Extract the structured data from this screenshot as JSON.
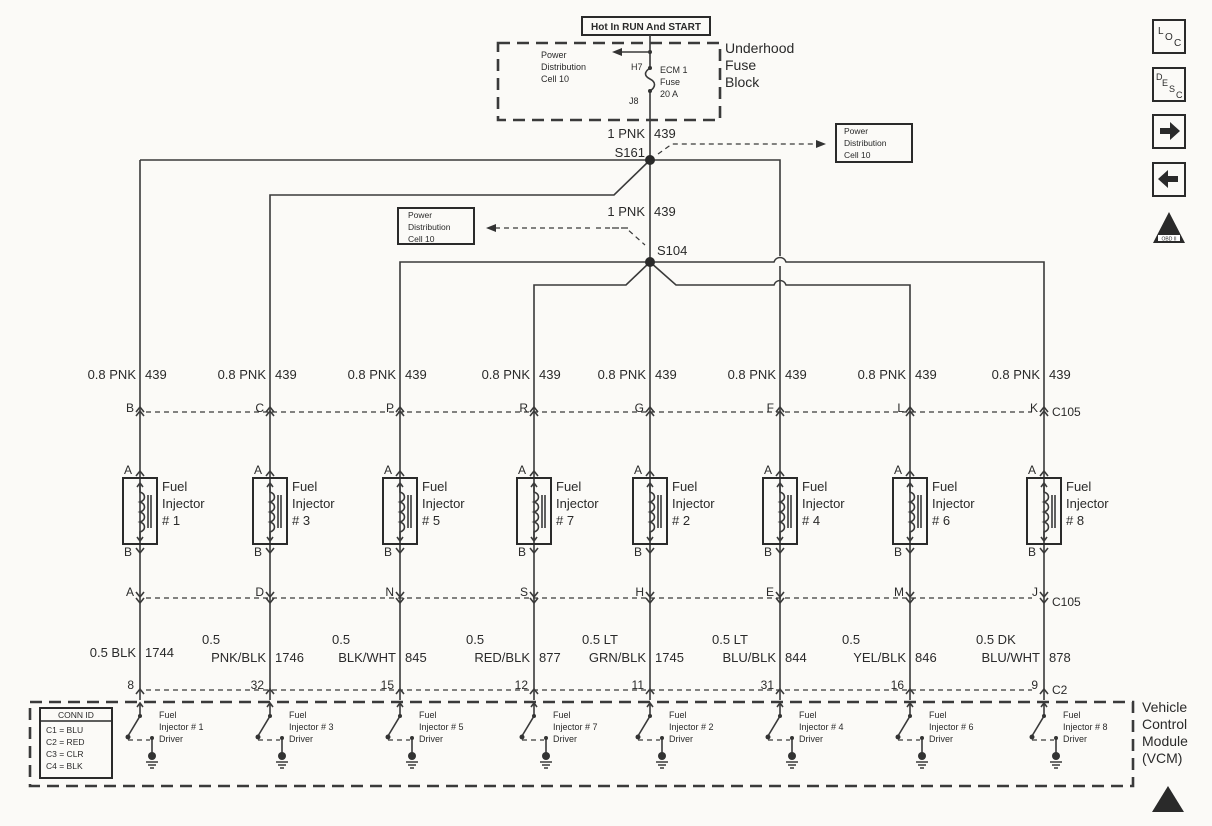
{
  "header": {
    "hot_label": "Hot In RUN And START",
    "fuse_block": {
      "title_lines": [
        "Underhood",
        "Fuse",
        "Block"
      ],
      "pd_lines": [
        "Power",
        "Distribution",
        "Cell 10"
      ],
      "h7": "H7",
      "j8": "J8",
      "fuse_lines": [
        "ECM 1",
        "Fuse",
        "20 A"
      ]
    }
  },
  "feed": {
    "wire1_size_color": "1 PNK",
    "wire1_circuit": "439",
    "splice1": "S161",
    "wire2_size_color": "1 PNK",
    "wire2_circuit": "439",
    "splice2": "S104",
    "pd_ref_right": [
      "Power",
      "Distribution",
      "Cell 10"
    ],
    "pd_ref_left": [
      "Power",
      "Distribution",
      "Cell 10"
    ]
  },
  "nav_icons": [
    {
      "name": "loc-icon",
      "label": "LOC"
    },
    {
      "name": "desc-icon",
      "label": "DESC"
    },
    {
      "name": "next-page-icon",
      "label": "→"
    },
    {
      "name": "prev-page-icon",
      "label": "←"
    },
    {
      "name": "obd-ii-icon",
      "label": "OBD II"
    }
  ],
  "connectors": {
    "top": "C105",
    "mid": "C105",
    "vcm": "C2"
  },
  "injectors": [
    {
      "num": "# 1",
      "top_wire": "0.8 PNK",
      "top_circuit": "439",
      "c105_top_pin": "B",
      "pin_a": "A",
      "pin_b": "B",
      "c105_bot_pin": "A",
      "bot_wire": [
        "0.5 BLK"
      ],
      "bot_circuit": "1744",
      "c2_pin": "8",
      "driver": [
        "Fuel",
        "Injector # 1",
        "Driver"
      ]
    },
    {
      "num": "# 3",
      "top_wire": "0.8 PNK",
      "top_circuit": "439",
      "c105_top_pin": "C",
      "pin_a": "A",
      "pin_b": "B",
      "c105_bot_pin": "D",
      "bot_wire": [
        "0.5",
        "PNK/BLK"
      ],
      "bot_circuit": "1746",
      "c2_pin": "32",
      "driver": [
        "Fuel",
        "Injector # 3",
        "Driver"
      ]
    },
    {
      "num": "# 5",
      "top_wire": "0.8 PNK",
      "top_circuit": "439",
      "c105_top_pin": "P",
      "pin_a": "A",
      "pin_b": "B",
      "c105_bot_pin": "N",
      "bot_wire": [
        "0.5",
        "BLK/WHT"
      ],
      "bot_circuit": "845",
      "c2_pin": "15",
      "driver": [
        "Fuel",
        "Injector # 5",
        "Driver"
      ]
    },
    {
      "num": "# 7",
      "top_wire": "0.8 PNK",
      "top_circuit": "439",
      "c105_top_pin": "R",
      "pin_a": "A",
      "pin_b": "B",
      "c105_bot_pin": "S",
      "bot_wire": [
        "0.5",
        "RED/BLK"
      ],
      "bot_circuit": "877",
      "c2_pin": "12",
      "driver": [
        "Fuel",
        "Injector # 7",
        "Driver"
      ]
    },
    {
      "num": "# 2",
      "top_wire": "0.8 PNK",
      "top_circuit": "439",
      "c105_top_pin": "G",
      "pin_a": "A",
      "pin_b": "B",
      "c105_bot_pin": "H",
      "bot_wire": [
        "0.5 LT",
        "GRN/BLK"
      ],
      "bot_circuit": "1745",
      "c2_pin": "11",
      "driver": [
        "Fuel",
        "Injector # 2",
        "Driver"
      ]
    },
    {
      "num": "# 4",
      "top_wire": "0.8 PNK",
      "top_circuit": "439",
      "c105_top_pin": "F",
      "pin_a": "A",
      "pin_b": "B",
      "c105_bot_pin": "E",
      "bot_wire": [
        "0.5 LT",
        "BLU/BLK"
      ],
      "bot_circuit": "844",
      "c2_pin": "31",
      "driver": [
        "Fuel",
        "Injector # 4",
        "Driver"
      ]
    },
    {
      "num": "# 6",
      "top_wire": "0.8 PNK",
      "top_circuit": "439",
      "c105_top_pin": "L",
      "pin_a": "A",
      "pin_b": "B",
      "c105_bot_pin": "M",
      "bot_wire": [
        "0.5",
        "YEL/BLK"
      ],
      "bot_circuit": "846",
      "c2_pin": "16",
      "driver": [
        "Fuel",
        "Injector # 6",
        "Driver"
      ]
    },
    {
      "num": "# 8",
      "top_wire": "0.8 PNK",
      "top_circuit": "439",
      "c105_top_pin": "K",
      "pin_a": "A",
      "pin_b": "B",
      "c105_bot_pin": "J",
      "bot_wire": [
        "0.5 DK",
        "BLU/WHT"
      ],
      "bot_circuit": "878",
      "c2_pin": "9",
      "driver": [
        "Fuel",
        "Injector # 8",
        "Driver"
      ]
    }
  ],
  "injector_label_word1": "Fuel",
  "injector_label_word2": "Injector",
  "vcm": {
    "title_lines": [
      "Vehicle",
      "Control",
      "Module",
      "(VCM)"
    ]
  },
  "conn_id": {
    "title": "CONN ID",
    "rows": [
      "C1 = BLU",
      "C2 = RED",
      "C3 = CLR",
      "C4 = BLK"
    ]
  }
}
